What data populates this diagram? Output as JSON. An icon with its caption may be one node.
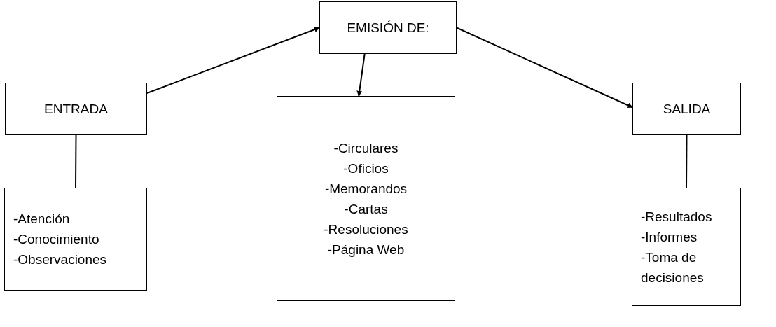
{
  "diagram": {
    "nodes": [
      {
        "text": [
          "ENTRADA"
        ]
      },
      {
        "text": [
          "EMISIÓN DE:"
        ]
      },
      {
        "text": [
          "-Circulares",
          "-Oficios",
          "-Memorandos",
          "-Cartas",
          "-Resoluciones",
          "-Página Web"
        ]
      },
      {
        "text": [
          "SALIDA"
        ]
      },
      {
        "text": [
          "-Atención",
          "-Conocimiento",
          "-Observaciones"
        ]
      },
      {
        "text": [
          "-Resultados",
          "-Informes",
          "-Toma de decisiones"
        ]
      }
    ],
    "edges": [
      {
        "from": 0,
        "to": 1,
        "arrow": "to"
      },
      {
        "from": 1,
        "to": 2,
        "arrow": "to"
      },
      {
        "from": 1,
        "to": 3,
        "arrow": "to"
      },
      {
        "from": 0,
        "to": 4,
        "arrow": "none"
      },
      {
        "from": 3,
        "to": 5,
        "arrow": "none"
      }
    ]
  }
}
